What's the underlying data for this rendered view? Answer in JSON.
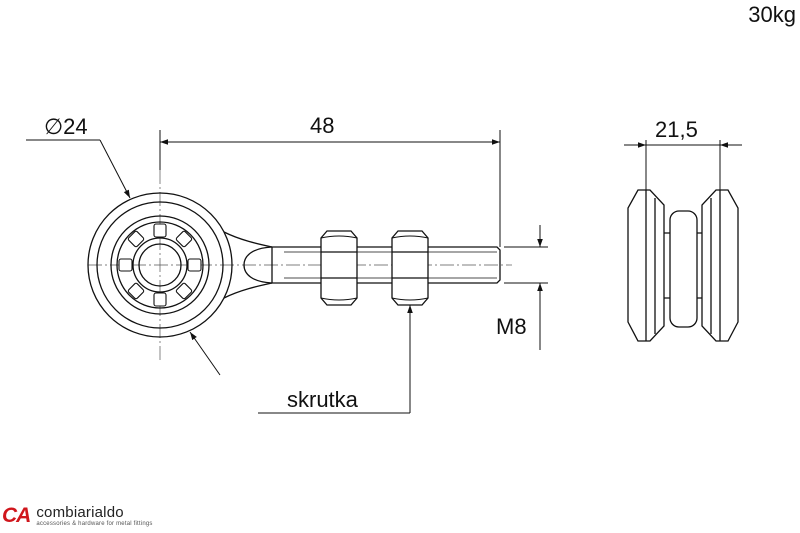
{
  "header": {
    "weight": "30kg"
  },
  "dimensions": {
    "diameter": "∅24",
    "length": "48",
    "width": "21,5",
    "thread": "M8"
  },
  "callout": {
    "label": "skrutka"
  },
  "brand": {
    "mark": "CA",
    "name": "combiarialdo",
    "tagline": "accessories & hardware for metal fittings",
    "accent_color": "#d0161c"
  }
}
